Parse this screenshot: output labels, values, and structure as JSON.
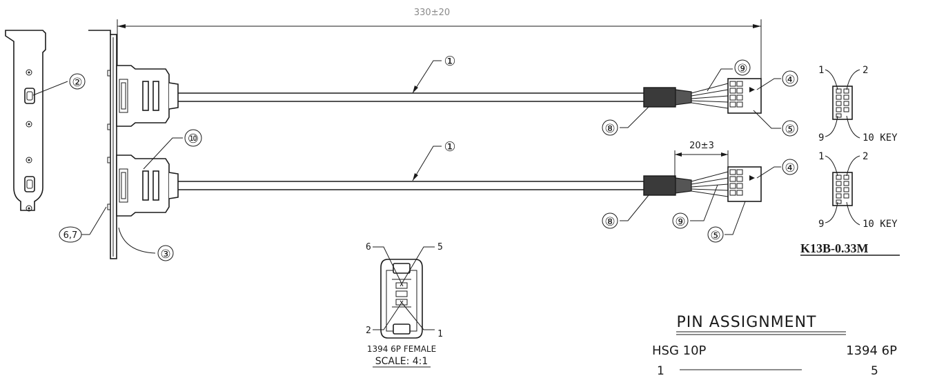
{
  "drawing": {
    "overall_length": "330±20",
    "strip_length": "20±3",
    "part_number": "K13B-0.33M"
  },
  "balloons": {
    "b1": "①",
    "b2": "②",
    "b3": "③",
    "b4": "④",
    "b5": "⑤",
    "b8": "⑧",
    "b9": "⑨",
    "b10": "⑩",
    "b67": "6,7"
  },
  "header_pins": {
    "pin1": "1",
    "pin2": "2",
    "pin9": "9",
    "pin10_key": "10 KEY"
  },
  "female_connector": {
    "pin6": "6",
    "pin5": "5",
    "pin2": "2",
    "pin1": "1",
    "title": "1394 6P FEMALE",
    "scale": "SCALE: 4:1"
  },
  "pin_assignment": {
    "title": "PIN ASSIGNMENT",
    "col_left": "HSG 10P",
    "col_right": "1394 6P",
    "rows": [
      {
        "left": "1",
        "right": "5"
      }
    ]
  }
}
